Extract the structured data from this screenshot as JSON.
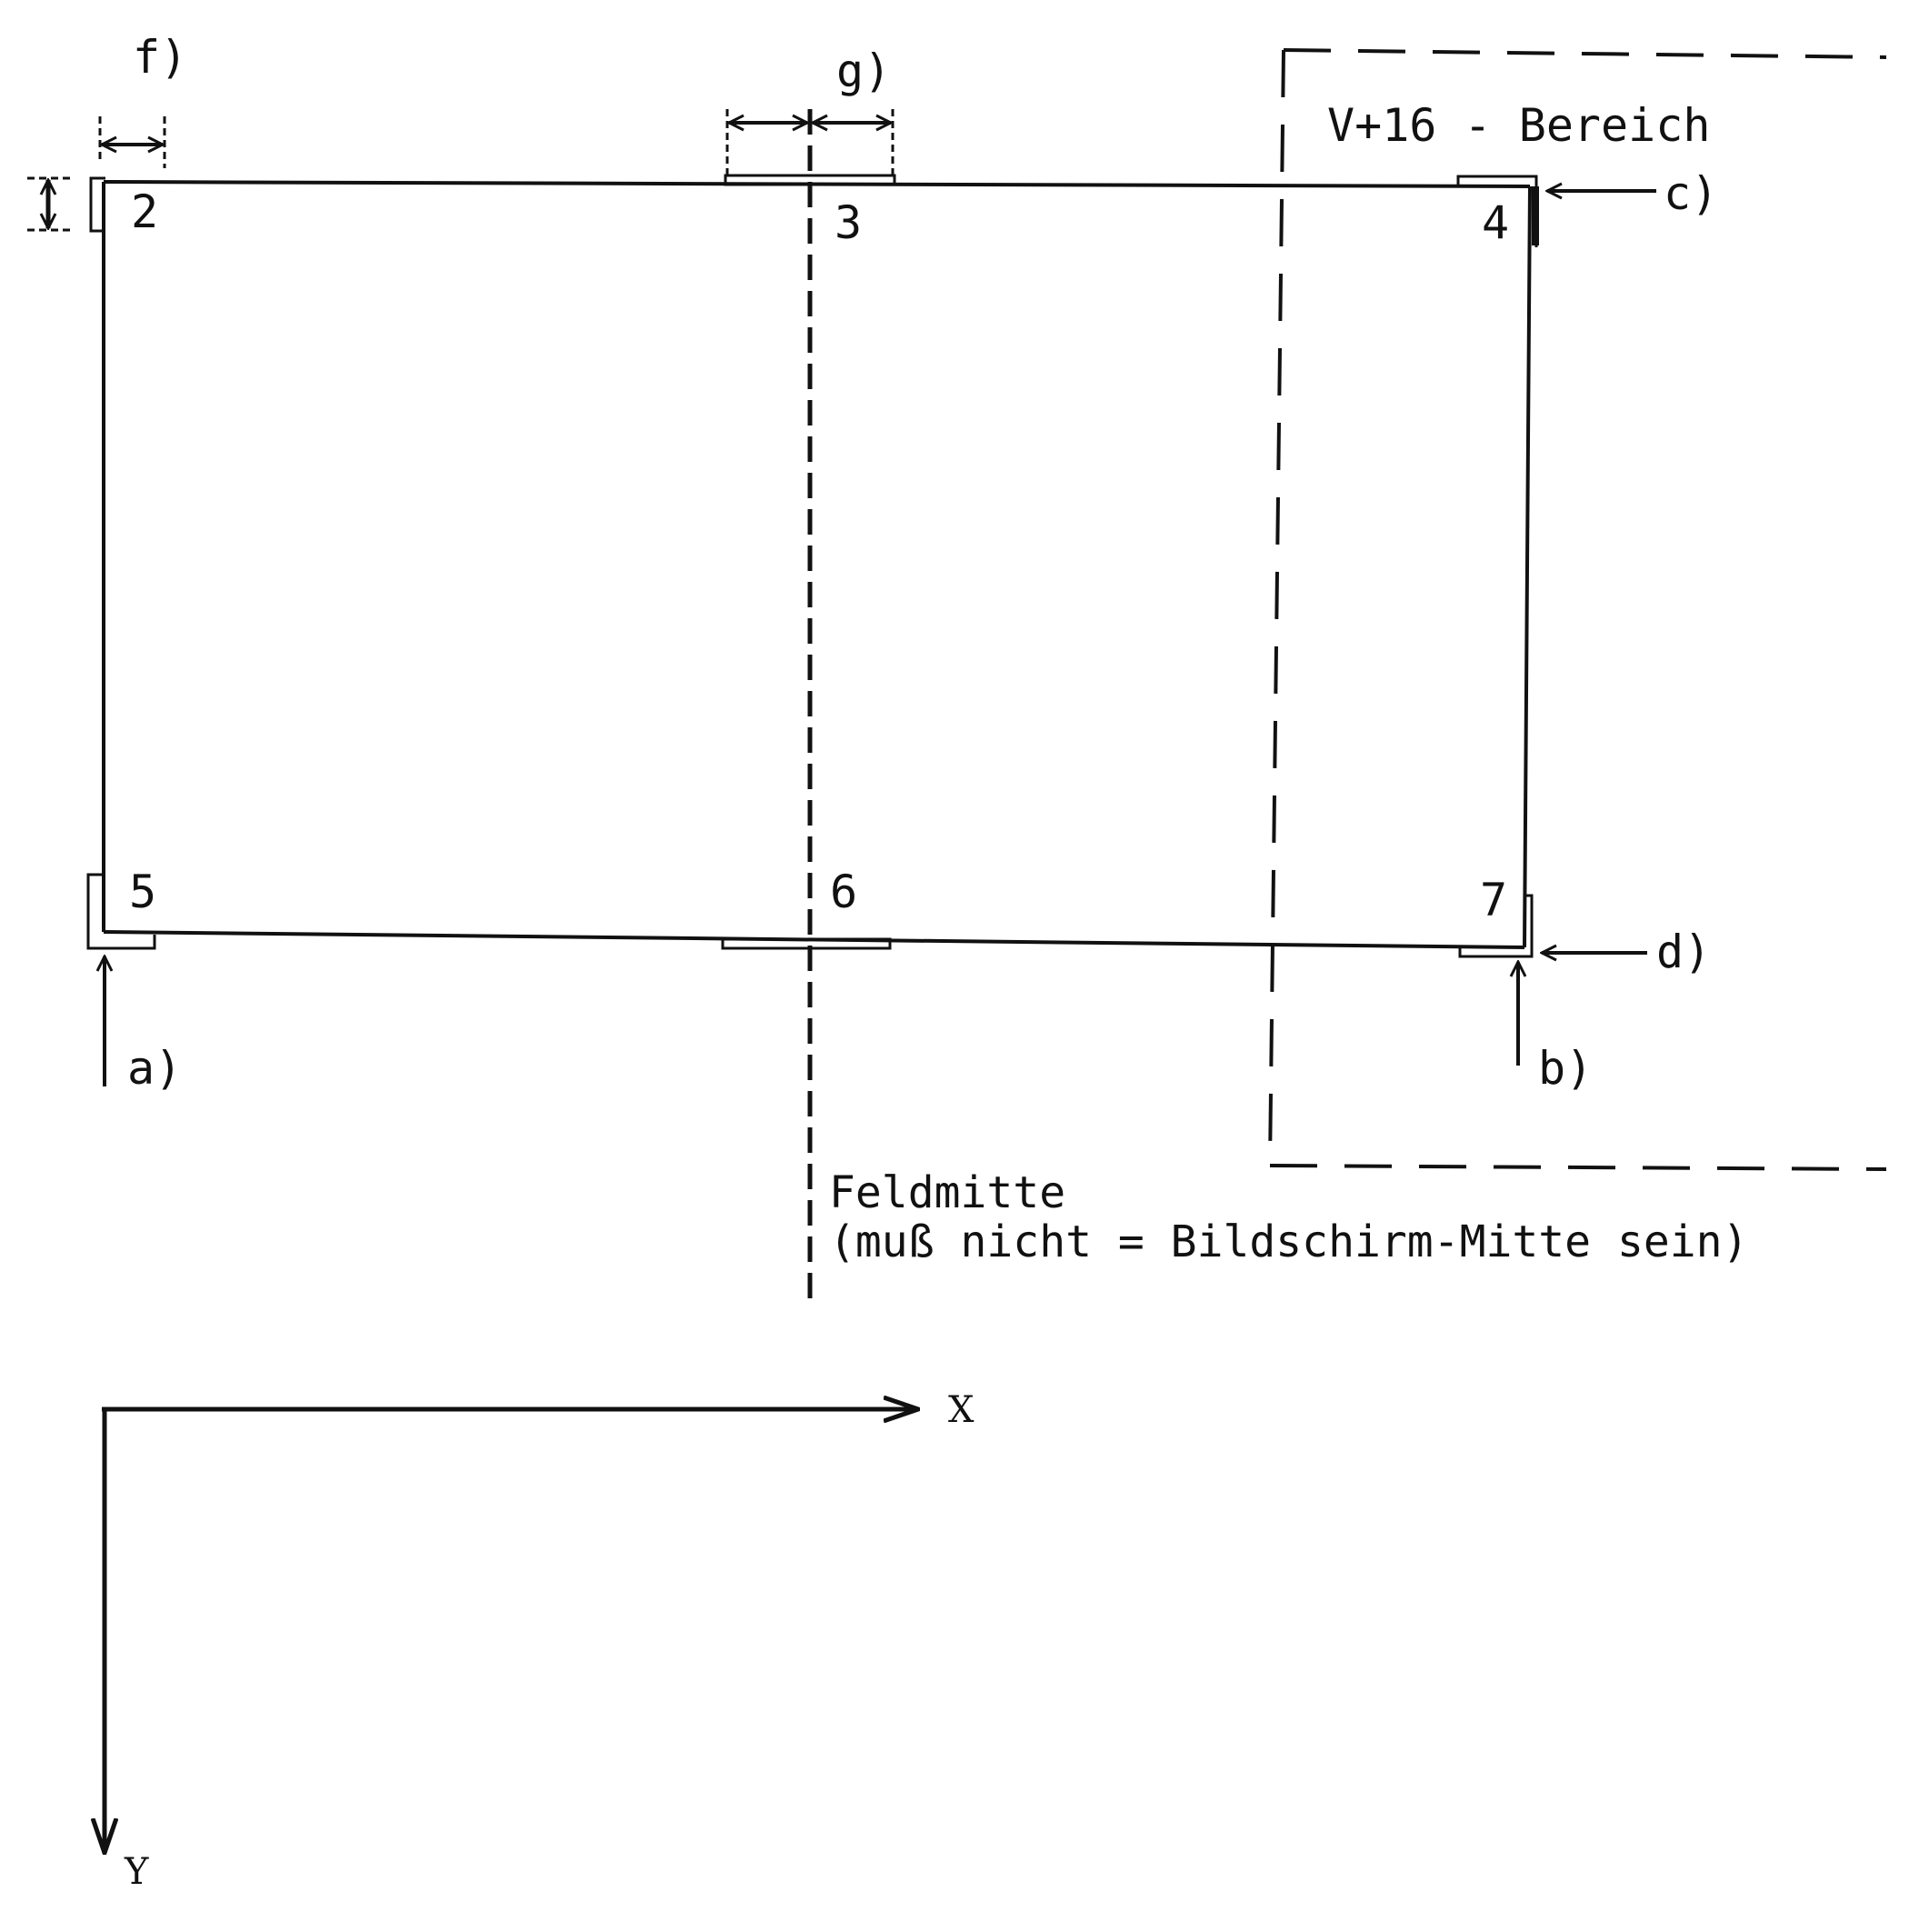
{
  "markers": {
    "m2": "2",
    "m3": "3",
    "m4": "4",
    "m5": "5",
    "m6": "6",
    "m7": "7"
  },
  "labels": {
    "a": "a)",
    "b": "b)",
    "c": "c)",
    "d": "d)",
    "f": "f)",
    "g": "g)"
  },
  "region_label": "V+16 - Bereich",
  "field_center": {
    "line1": "Feldmitte",
    "line2": "(muß nicht = Bildschirm-Mitte sein)"
  },
  "axes": {
    "x": "X",
    "y": "Y"
  }
}
